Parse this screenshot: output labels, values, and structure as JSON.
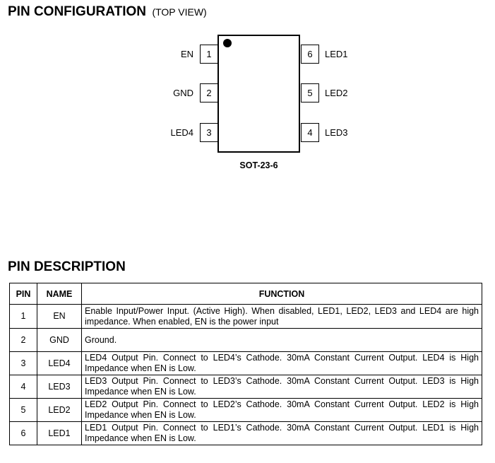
{
  "pin_configuration": {
    "title": "PIN CONFIGURATION",
    "view_note": "(TOP VIEW)",
    "package": "SOT-23-6",
    "left_pins": [
      {
        "number": "1",
        "name": "EN"
      },
      {
        "number": "2",
        "name": "GND"
      },
      {
        "number": "3",
        "name": "LED4"
      }
    ],
    "right_pins": [
      {
        "number": "6",
        "name": "LED1"
      },
      {
        "number": "5",
        "name": "LED2"
      },
      {
        "number": "4",
        "name": "LED3"
      }
    ]
  },
  "pin_description": {
    "title": "PIN DESCRIPTION",
    "headers": {
      "pin": "PIN",
      "name": "NAME",
      "function": "FUNCTION"
    },
    "rows": [
      {
        "pin": "1",
        "name": "EN",
        "function": "Enable Input/Power Input. (Active High). When disabled, LED1, LED2, LED3 and LED4 are high impedance. When enabled, EN is the power input"
      },
      {
        "pin": "2",
        "name": "GND",
        "function": "Ground."
      },
      {
        "pin": "3",
        "name": "LED4",
        "function": "LED4 Output Pin. Connect to LED4’s Cathode. 30mA Constant Current Output. LED4 is High Impedance when EN is Low."
      },
      {
        "pin": "4",
        "name": "LED3",
        "function": "LED3 Output Pin. Connect to LED3’s Cathode. 30mA Constant Current Output. LED3 is High Impedance when EN is Low."
      },
      {
        "pin": "5",
        "name": "LED2",
        "function": "LED2 Output Pin. Connect to LED2’s Cathode. 30mA Constant Current Output. LED2 is High Impedance when EN is Low."
      },
      {
        "pin": "6",
        "name": "LED1",
        "function": "LED1 Output Pin. Connect to LED1’s Cathode. 30mA Constant Current Output. LED1 is High Impedance when EN is Low."
      }
    ]
  }
}
